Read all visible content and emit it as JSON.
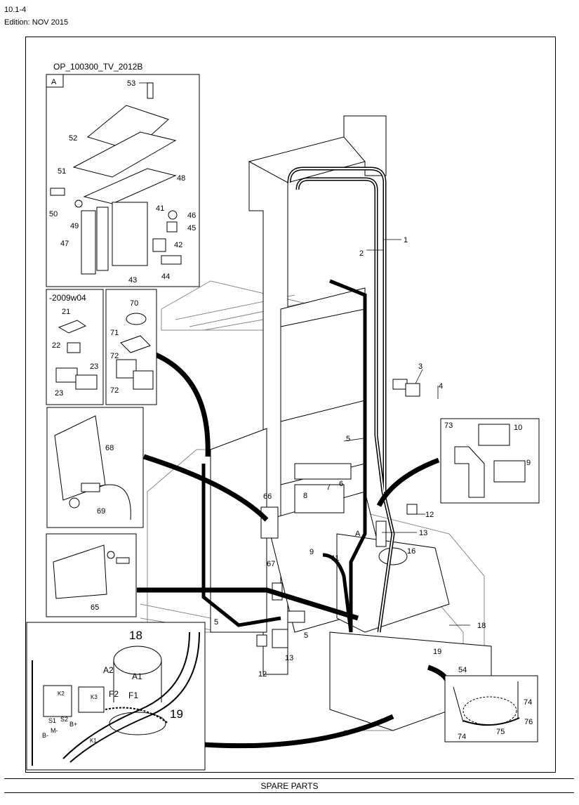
{
  "header": {
    "ref": "10.1-4",
    "edition": "Edition: NOV 2015"
  },
  "footer": {
    "label": "SPARE PARTS"
  },
  "drawing_code": "OP_100300_TV_2012B",
  "insets": {
    "a": {
      "letter": "A",
      "labels": [
        "53",
        "52",
        "51",
        "48",
        "50",
        "49",
        "41",
        "46",
        "45",
        "47",
        "42",
        "43",
        "44"
      ]
    },
    "b": {
      "title": "-2009w04",
      "labels": [
        "21",
        "22",
        "23",
        "23"
      ]
    },
    "c": {
      "labels": [
        "70",
        "71",
        "72",
        "72"
      ]
    },
    "d": {
      "labels": [
        "68",
        "69"
      ]
    },
    "e": {
      "labels": [
        "65"
      ]
    },
    "f": {
      "labels": [
        "18",
        "19",
        "A2",
        "A1",
        "F2",
        "F1",
        "K2",
        "K3",
        "S1",
        "S2",
        "M-",
        "B+",
        "B-",
        "K1"
      ]
    },
    "g": {
      "labels": [
        "73",
        "10",
        "9"
      ]
    },
    "h": {
      "labels": [
        "54",
        "74",
        "74",
        "75",
        "76"
      ]
    }
  },
  "main_labels": [
    "1",
    "2",
    "3",
    "4",
    "5",
    "5",
    "5",
    "6",
    "7",
    "8",
    "9",
    "11",
    "A",
    "12",
    "12",
    "13",
    "13",
    "16",
    "18",
    "19",
    "66",
    "67"
  ]
}
